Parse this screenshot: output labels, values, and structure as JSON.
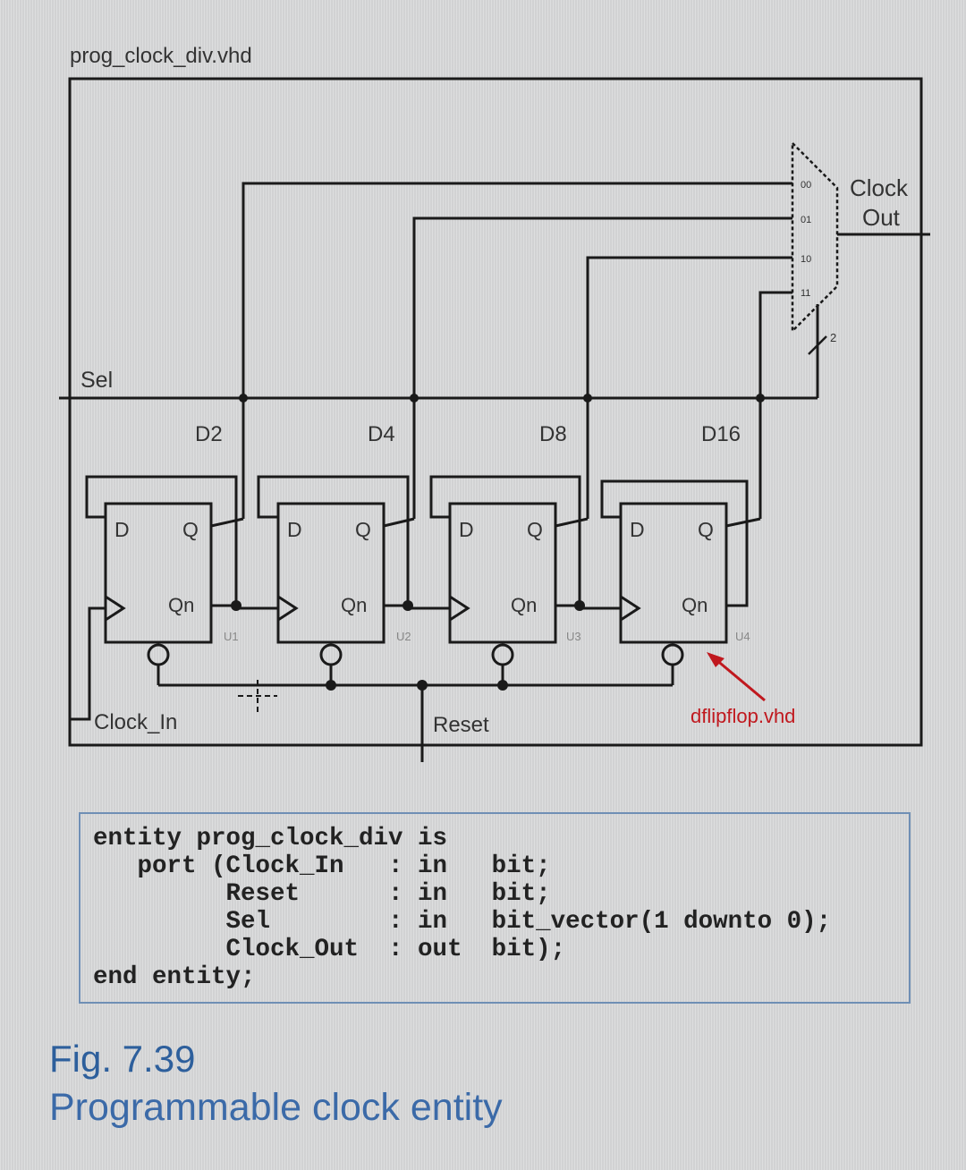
{
  "diagram": {
    "file_label": "prog_clock_div.vhd",
    "sel_label": "Sel",
    "clock_in_label": "Clock_In",
    "reset_label": "Reset",
    "clock_out_label_1": "Clock",
    "clock_out_label_2": "Out",
    "bus_width": "2",
    "mux_inputs": [
      "00",
      "01",
      "10",
      "11"
    ],
    "dividers": [
      "D2",
      "D4",
      "D8",
      "D16"
    ],
    "instances": [
      "U1",
      "U2",
      "U3",
      "U4"
    ],
    "ff_pins": {
      "d": "D",
      "q": "Q",
      "qn": "Qn"
    },
    "annotation": "dflipflop.vhd",
    "colors": {
      "annotation": "#c0181e",
      "caption": "#2d5f9c",
      "code_border": "#6f8fb5",
      "wire": "#1a1a1a"
    }
  },
  "code": {
    "line1": "entity prog_clock_div is",
    "line2": "   port (Clock_In   : in   bit;",
    "line3": "         Reset      : in   bit;",
    "line4": "         Sel        : in   bit_vector(1 downto 0);",
    "line5": "         Clock_Out  : out  bit);",
    "line6": "end entity;"
  },
  "figure": {
    "label": "Fig. 7.39",
    "caption": "Programmable clock entity"
  }
}
